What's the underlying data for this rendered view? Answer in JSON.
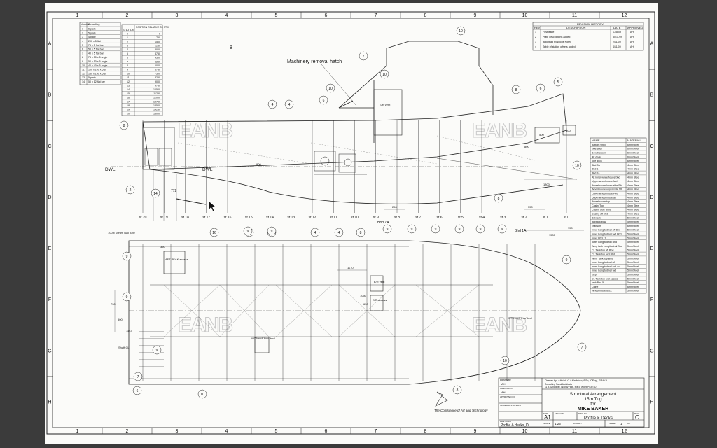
{
  "grid": {
    "columns": [
      "1",
      "2",
      "3",
      "4",
      "5",
      "6",
      "7",
      "8",
      "9",
      "10",
      "11",
      "12"
    ],
    "rows": [
      "A",
      "B",
      "C",
      "D",
      "E",
      "F",
      "G",
      "H"
    ]
  },
  "scantling": {
    "headers": [
      "Number",
      "Scantling"
    ],
    "rows": [
      [
        "1",
        "6 plate"
      ],
      [
        "2",
        "5 plate"
      ],
      [
        "3",
        "4 plate"
      ],
      [
        "4",
        "200 x 5 flat"
      ],
      [
        "5",
        "75 x 5 flat bar"
      ],
      [
        "6",
        "50 x 5 flat bar"
      ],
      [
        "7",
        "40 x 5 flat bar"
      ],
      [
        "8",
        "75 x 50 x 5 angle"
      ],
      [
        "9",
        "50 x 50 x 5 angle"
      ],
      [
        "10",
        "40 x 40 x 5 angle"
      ],
      [
        "11",
        "100 x 100 x 5 ell"
      ],
      [
        "12",
        "150 x 150 x 5 ell"
      ],
      [
        "13",
        "5 plate"
      ],
      [
        "14",
        "50 x 12 flat bar"
      ]
    ]
  },
  "stations": {
    "headers": [
      "STATION",
      "POSITION RELATIVE TO ST 0"
    ],
    "rows": [
      [
        "0",
        "0"
      ],
      [
        "1",
        "750"
      ],
      [
        "2",
        "1500"
      ],
      [
        "3",
        "2250"
      ],
      [
        "4",
        "3000"
      ],
      [
        "5",
        "3750"
      ],
      [
        "6",
        "4500"
      ],
      [
        "7",
        "5250"
      ],
      [
        "8",
        "6000"
      ],
      [
        "9",
        "6750"
      ],
      [
        "10",
        "7500"
      ],
      [
        "11",
        "8250"
      ],
      [
        "12",
        "9000"
      ],
      [
        "13",
        "9750"
      ],
      [
        "14",
        "10500"
      ],
      [
        "15",
        "11250"
      ],
      [
        "16",
        "12000"
      ],
      [
        "17",
        "12750"
      ],
      [
        "18",
        "13500"
      ],
      [
        "19",
        "14250"
      ],
      [
        "20",
        "15000"
      ]
    ]
  },
  "revision": {
    "title": "REVISION HISTORY",
    "headers": [
      "REV",
      "DESCRIPTION",
      "DATE",
      "APPROVED"
    ],
    "rows": [
      [
        "1",
        "First issue",
        "17/8/09",
        "AH"
      ],
      [
        "2",
        "Plate descriptions added",
        "30/11/09",
        "AH"
      ],
      [
        "3",
        "Bulkhead Positions Noted",
        "2/11/09",
        "AH"
      ],
      [
        "4",
        "Table of station offsets added",
        "4/11/09",
        "AH"
      ]
    ]
  },
  "materials": {
    "headers": [
      "NAME",
      "MATERIAL"
    ],
    "rows": [
      [
        "Bottom shell",
        "6mmSteel"
      ],
      [
        "side shell",
        "6mmSteel"
      ],
      [
        "Bow transom",
        "6mmSteel"
      ],
      [
        "Aft deck",
        "6mmSteel"
      ],
      [
        "fore deck",
        "6mmSteel"
      ],
      [
        "Bhd 7A",
        "4mm Steel"
      ],
      [
        "Bhd 14",
        "4mm Steel"
      ],
      [
        "Bhd 1a",
        "4mm Steel"
      ],
      [
        "Aft inner wheelhouse bhd",
        "4mm Steel"
      ],
      [
        "Upper wheelhouse fwd",
        "4mm Steel"
      ],
      [
        "Wheelhouse lower side Stb",
        "4mm Steel"
      ],
      [
        "Wheelhouse upper side Stb",
        "4mm Steel"
      ],
      [
        "Lower wheelhouse Fwd",
        "4mm Steel"
      ],
      [
        "Upper wheelhouse aft",
        "4mm Steel"
      ],
      [
        "Wheelhouse top",
        "4mm Steel"
      ],
      [
        "CasingTop",
        "4mm Steel"
      ],
      [
        "Casing side Stbd",
        "4mm Steel"
      ],
      [
        "Casing aft bhd",
        "4mm Steel"
      ],
      [
        "Bulwark",
        "5mmSteel"
      ],
      [
        "Bulwark bow",
        "5mmSteel"
      ],
      [
        "Transom",
        "6mmSteel"
      ],
      [
        "Inner Longitudinal aft Bhd",
        "5mmSteel"
      ],
      [
        "Inner Longitudinal fwd Bhd",
        "5mmSteel"
      ],
      [
        "Inner Bhd 11",
        "5mmSteel"
      ],
      [
        "outer Longitudinal Bhd",
        "5mmSteel"
      ],
      [
        "Wing tank Longitudinal Bhd",
        "5mmSteel"
      ],
      [
        "CL Tank top aft Bhd",
        "5mmSteel"
      ],
      [
        "CL Tank top fwd Bhd",
        "5mmSteel"
      ],
      [
        "Wing Tank top Bhd",
        "5mmSteel"
      ],
      [
        "Inner Longitudinal aft",
        "5mmSteel"
      ],
      [
        "Inner Longitudinal fwd ac",
        "5mmSteel"
      ],
      [
        "Inner Longitudinal fwd",
        "5mmSteel"
      ],
      [
        "step",
        "5mmSteel"
      ],
      [
        "CL Tank top fwd accsss",
        "5mmSteel"
      ],
      [
        "tank Bhd 5",
        "5mmSteel"
      ],
      [
        "Chine",
        "6mmSteel"
      ],
      [
        "Wheelhouse deck",
        "5mmSteel"
      ]
    ]
  },
  "profile": {
    "machinery_label": "Machinery removal hatch",
    "dwl_left": "DWL",
    "dwl_mid": "DWL",
    "er_vent": "E/R vent",
    "stations": [
      "st 20",
      "st 19",
      "st 18",
      "st 17",
      "st 16",
      "st 15",
      "st 14",
      "st 13",
      "st 12",
      "st 11",
      "st 10",
      "st 9",
      "st 8",
      "st 7",
      "st 6",
      "st 5",
      "st 4",
      "st 3",
      "st 2",
      "st 1",
      "st 0"
    ],
    "bhd7a": "Bhd 7A",
    "bhd1a": "Bhd 1A",
    "dims": {
      "d900": "900",
      "d1800": "1800",
      "d500": "500",
      "d800": "800",
      "d300": "300",
      "d250": "250",
      "d550": "550",
      "d750": "750",
      "d1500": "1500",
      "d772": "772",
      "d8": "8"
    },
    "callouts": [
      "10",
      "7",
      "10",
      "10",
      "6",
      "4",
      "4",
      "8",
      "2",
      "14",
      "8",
      "16",
      "8",
      "6",
      "5",
      "10"
    ]
  },
  "deck": {
    "wall_tube": "100 x 10mm wall tube",
    "aft_peak": "AFT PEAK access",
    "er_vent": "E/R vent",
    "er_access": "E/R access",
    "shaft_cl": "Shaft CL",
    "wt_hatch_left": "WT hatch thro' bhd",
    "wt_hatch_right": "WT hatch thro' bhd",
    "dims": {
      "d1170": "1170",
      "d1050": "1050",
      "d650": "650",
      "d730": "730",
      "d500": "500",
      "d1143": "1143",
      "d350": "350"
    },
    "callouts": [
      "8",
      "8",
      "4",
      "4",
      "8",
      "9",
      "9",
      "9",
      "9",
      "9",
      "9",
      "9",
      "9",
      "9",
      "9",
      "9",
      "9",
      "6",
      "7",
      "10",
      "10",
      "8",
      "7"
    ]
  },
  "logo_text": "The Confluence of Art and Technology",
  "watermark": "EANB",
  "title_block": {
    "designer_note": "Drawn by: Alistair G I Haddow, BSc, CEng, FRINA",
    "company_line1": "Consulting Naval Architects",
    "company_line2": "11 B Sandpiper, Brandy Hole, Isle of Wight P030 4DT",
    "drawn_label": "DRAWN BY",
    "drawn_value": "AH",
    "checked_label": "CHECKED BY",
    "checked_value": "AH",
    "approved_label": "APPROVED BY",
    "approved_value": "",
    "issued_label": "ISSUED APPROVALS",
    "issued_value": "",
    "title_line1": "Structural Arrangement",
    "title_line2": "15m Tug",
    "title_line3": "for",
    "title_line4": "MIKE BAKER",
    "size_label": "SIZE",
    "size_value": "A1",
    "fscm_label": "FSCM NO",
    "dwg_label": "DWG NO",
    "dwg_value": "Profile & Decks",
    "rev_label": "REV",
    "rev_value": "C",
    "scale_label": "SCALE",
    "scale_value": "1:25",
    "weight_label": "WEIGHT",
    "sheet_label": "SHEET",
    "sheet_value": "1",
    "of_label": "OF",
    "file_label": "FILE NAME",
    "file_value": "Profile & decks_D"
  }
}
